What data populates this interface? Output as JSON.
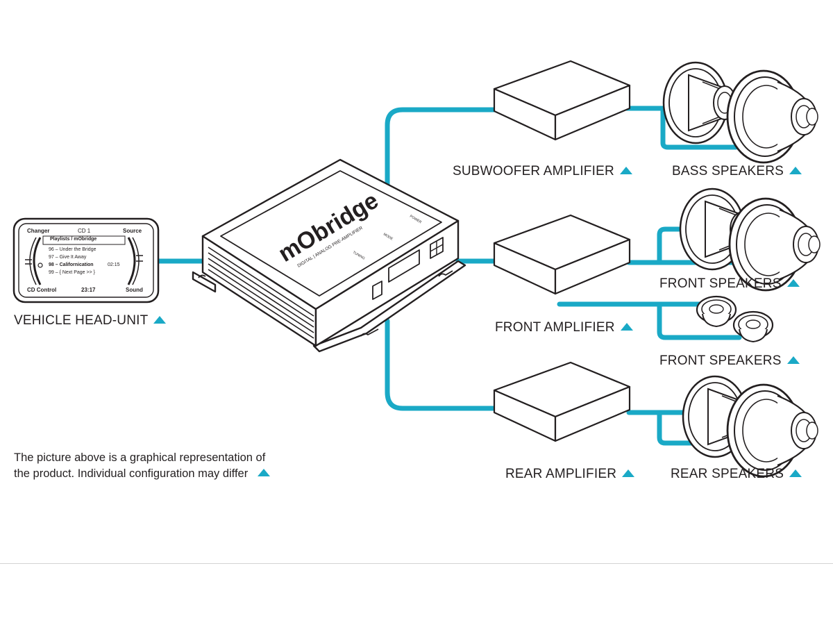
{
  "colors": {
    "cable": "#1aa9c6",
    "outline": "#231f20",
    "accent_marker": "#1aa9c6"
  },
  "head_unit": {
    "label": "VEHICLE HEAD-UNIT",
    "screen": {
      "top_left": "Changer",
      "top_center": "CD 1",
      "top_right": "Source",
      "playlist_title": "Playlists / mObridge",
      "tracks": [
        {
          "text": "96 – Under the Bridge",
          "time": ""
        },
        {
          "text": "97 – Give It Away",
          "time": ""
        },
        {
          "text": "98 – Californication",
          "time": "02:15"
        },
        {
          "text": "99 – { Next Page >> }",
          "time": ""
        }
      ],
      "bottom_left": "CD Control",
      "bottom_center": "23:17",
      "bottom_right": "Sound"
    }
  },
  "preamp": {
    "brand": "mObridge",
    "subtitle": "DIGITAL | ANALOG PRE-AMPLIFIER",
    "button_labels": {
      "power": "POWER",
      "mode": "MODE",
      "tuning": "TUNING"
    }
  },
  "amplifiers": {
    "subwoofer": "SUBWOOFER AMPLIFIER",
    "front": "FRONT AMPLIFIER",
    "rear": "REAR AMPLIFIER"
  },
  "speakers": {
    "bass": "BASS SPEAKERS",
    "front_1": "FRONT SPEAKERS",
    "front_2": "FRONT SPEAKERS",
    "rear": "REAR SPEAKERS"
  },
  "note": {
    "line1": "The picture above is a graphical representation of",
    "line2": "the product. Individual configuration may differ"
  }
}
